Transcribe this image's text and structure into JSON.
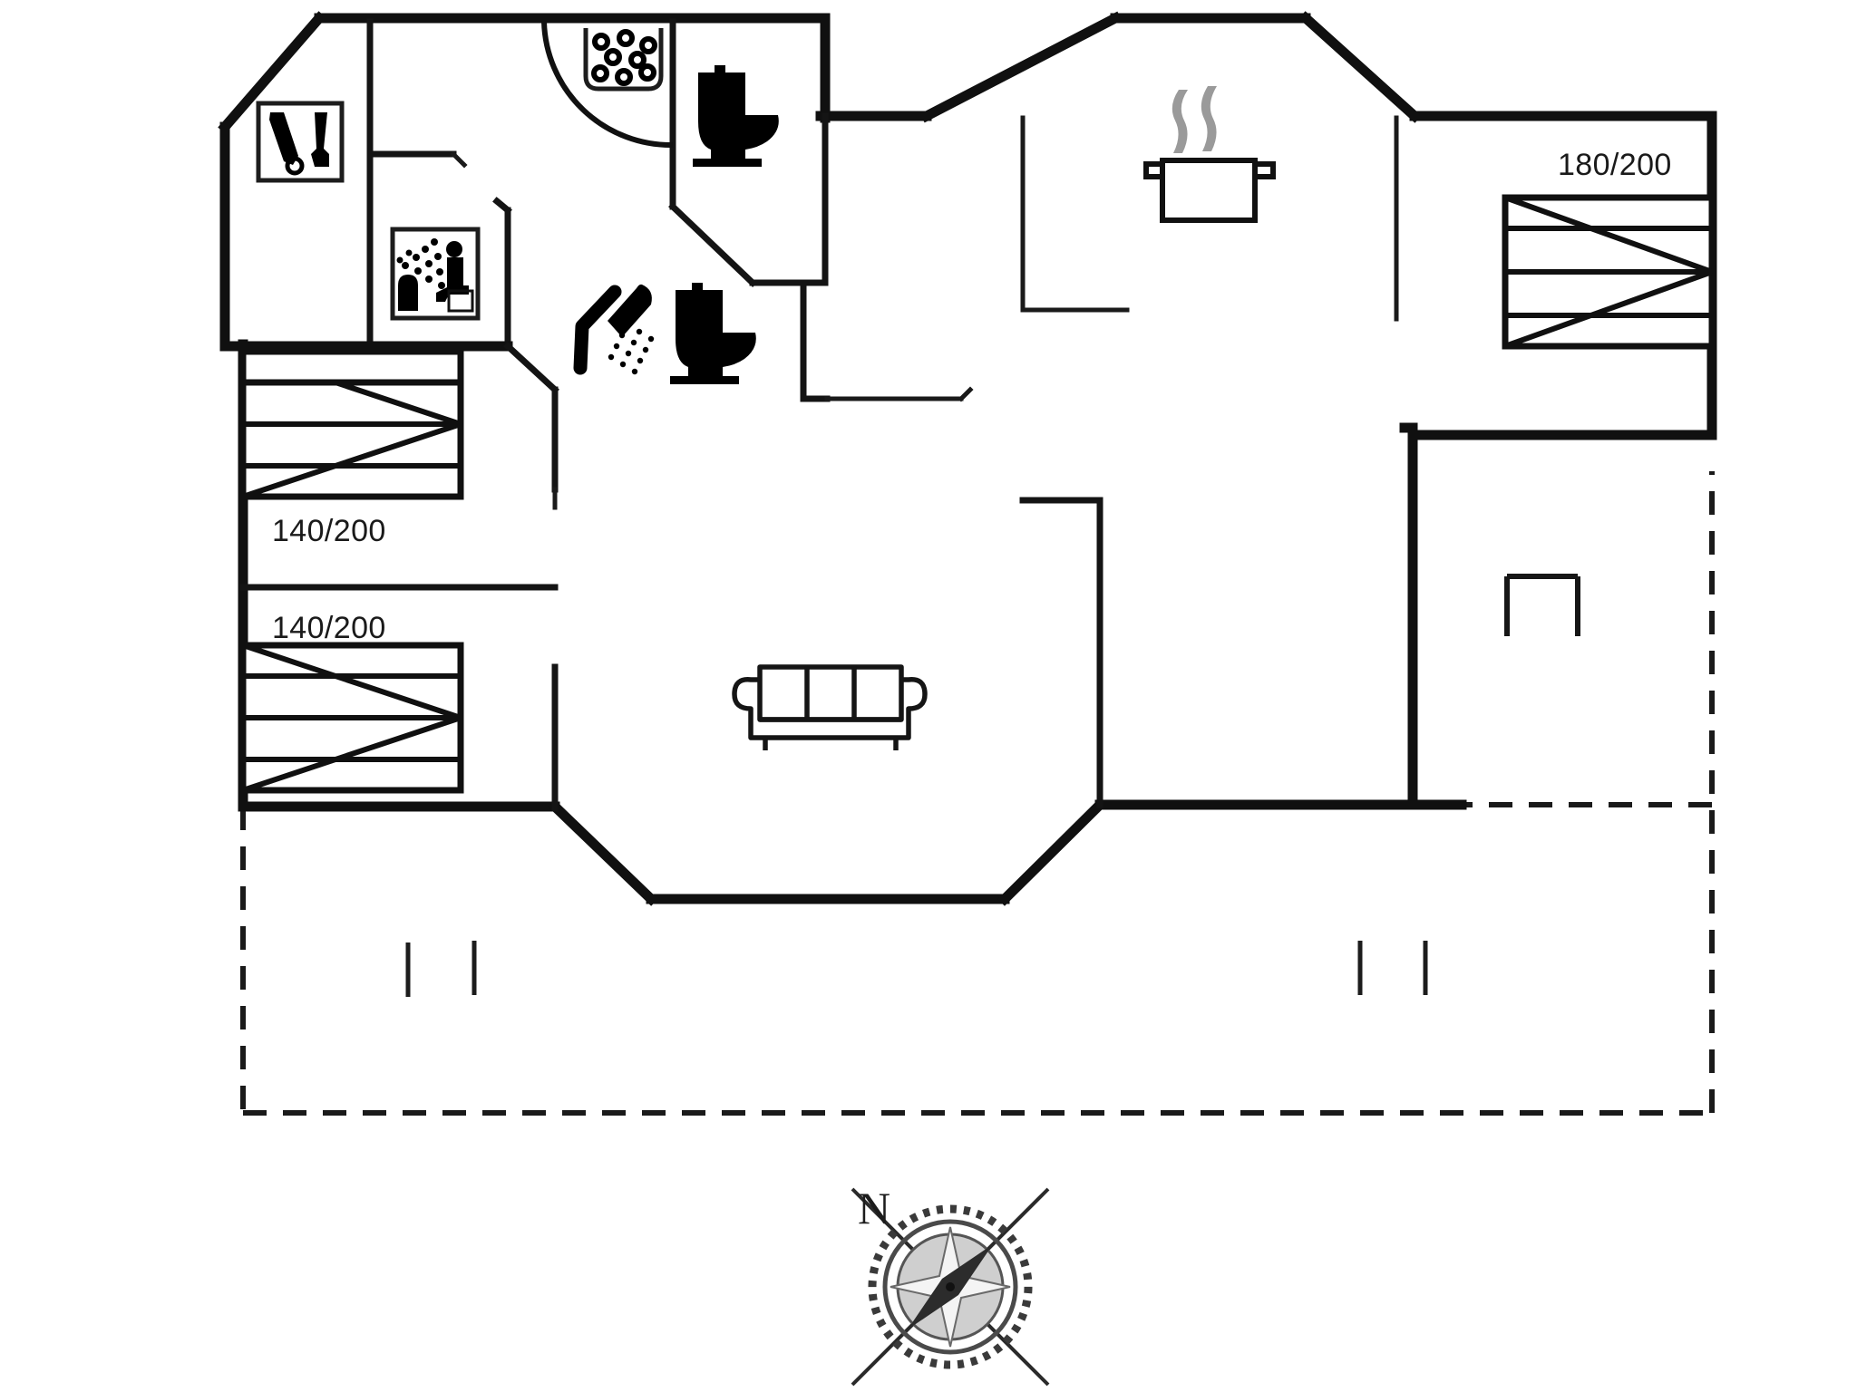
{
  "document": {
    "type": "floor-plan",
    "title": "Holiday house floor plan",
    "orientation_marker": "compass-rose",
    "background_color": "#ffffff",
    "line_color": "#101010"
  },
  "labels": {
    "bed_label_1": "140/200",
    "bed_label_2": "140/200",
    "bed_label_3": "180/200",
    "compass_north": "N"
  },
  "beds": [
    {
      "id": "bed-left-upper",
      "size_label": "140/200",
      "symbol": "double-bed",
      "position": "left-wall-upper"
    },
    {
      "id": "bed-left-lower",
      "size_label": "140/200",
      "symbol": "double-bed",
      "position": "left-wall-lower"
    },
    {
      "id": "bed-right",
      "size_label": "180/200",
      "symbol": "double-bed",
      "position": "right-wall-upper"
    }
  ],
  "icons": [
    {
      "id": "whirlpool",
      "name": "whirlpool-icon",
      "meaning": "whirlpool / jacuzzi bath"
    },
    {
      "id": "toilet-upper",
      "name": "toilet-icon",
      "meaning": "toilet / WC"
    },
    {
      "id": "toilet-lower",
      "name": "toilet-icon",
      "meaning": "toilet / WC"
    },
    {
      "id": "shower",
      "name": "shower-icon",
      "meaning": "shower"
    },
    {
      "id": "sauna",
      "name": "sauna-icon",
      "meaning": "sauna"
    },
    {
      "id": "washer",
      "name": "washing-machine-icon",
      "meaning": "washing machine / utility"
    },
    {
      "id": "kitchen",
      "name": "cooking-pot-icon",
      "meaning": "kitchen / cooking"
    },
    {
      "id": "sofa",
      "name": "sofa-icon",
      "meaning": "living room seating"
    },
    {
      "id": "compass",
      "name": "compass-rose-icon",
      "meaning": "north orientation"
    }
  ],
  "areas": [
    {
      "id": "terrace",
      "name": "terrace-outline",
      "style": "dashed",
      "meaning": "terrace / outdoor deck"
    },
    {
      "id": "living",
      "name": "living-room",
      "meaning": "living room with sofa"
    },
    {
      "id": "kitchen-area",
      "name": "kitchen-area",
      "meaning": "kitchen with cooking pot symbol"
    },
    {
      "id": "bathroom-upper",
      "name": "bathroom-upper",
      "meaning": "bathroom with whirlpool and toilet"
    },
    {
      "id": "bathroom-lower",
      "name": "bathroom-lower",
      "meaning": "bathroom with shower and toilet"
    },
    {
      "id": "sauna-room",
      "name": "sauna-room",
      "meaning": "sauna room"
    },
    {
      "id": "utility",
      "name": "utility-room",
      "meaning": "utility room with washing machine"
    },
    {
      "id": "bedroom-left-upper",
      "name": "bedroom-left-upper",
      "meaning": "bedroom 140/200"
    },
    {
      "id": "bedroom-left-lower",
      "name": "bedroom-left-lower",
      "meaning": "bedroom 140/200"
    },
    {
      "id": "bedroom-right",
      "name": "bedroom-right",
      "meaning": "bedroom 180/200"
    }
  ]
}
